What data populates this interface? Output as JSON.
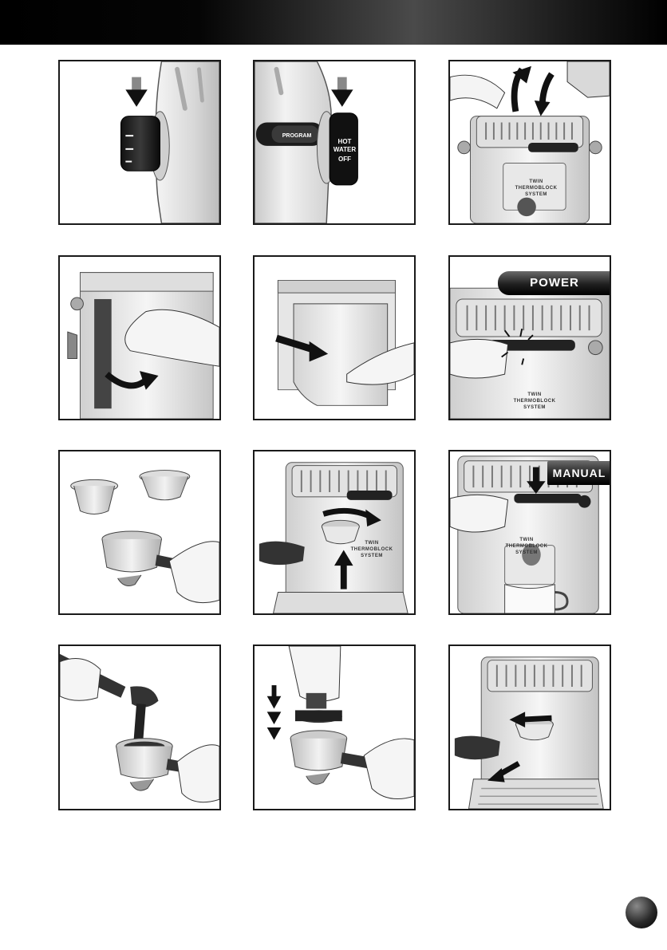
{
  "page": {
    "accent_color": "#000000",
    "panel_border_color": "#1a1a1a"
  },
  "panels": {
    "p2": {
      "knob_hot": "HOT",
      "knob_water": "WATER",
      "knob_off": "OFF",
      "button_program": "PROGRAM"
    },
    "p3": {
      "machine_twin": "TWIN",
      "machine_thermoblock": "THERMOBLOCK",
      "machine_system": "SYSTEM"
    },
    "p6": {
      "label": "POWER",
      "machine_twin": "TWIN",
      "machine_thermoblock": "THERMOBLOCK",
      "machine_system": "SYSTEM"
    },
    "p8": {
      "machine_twin": "TWIN",
      "machine_thermoblock": "THERMOBLOCK",
      "machine_system": "SYSTEM"
    },
    "p9": {
      "label": "MANUAL",
      "machine_twin": "TWIN",
      "machine_thermoblock": "THERMOBLOCK",
      "machine_system": "SYSTEM"
    }
  }
}
